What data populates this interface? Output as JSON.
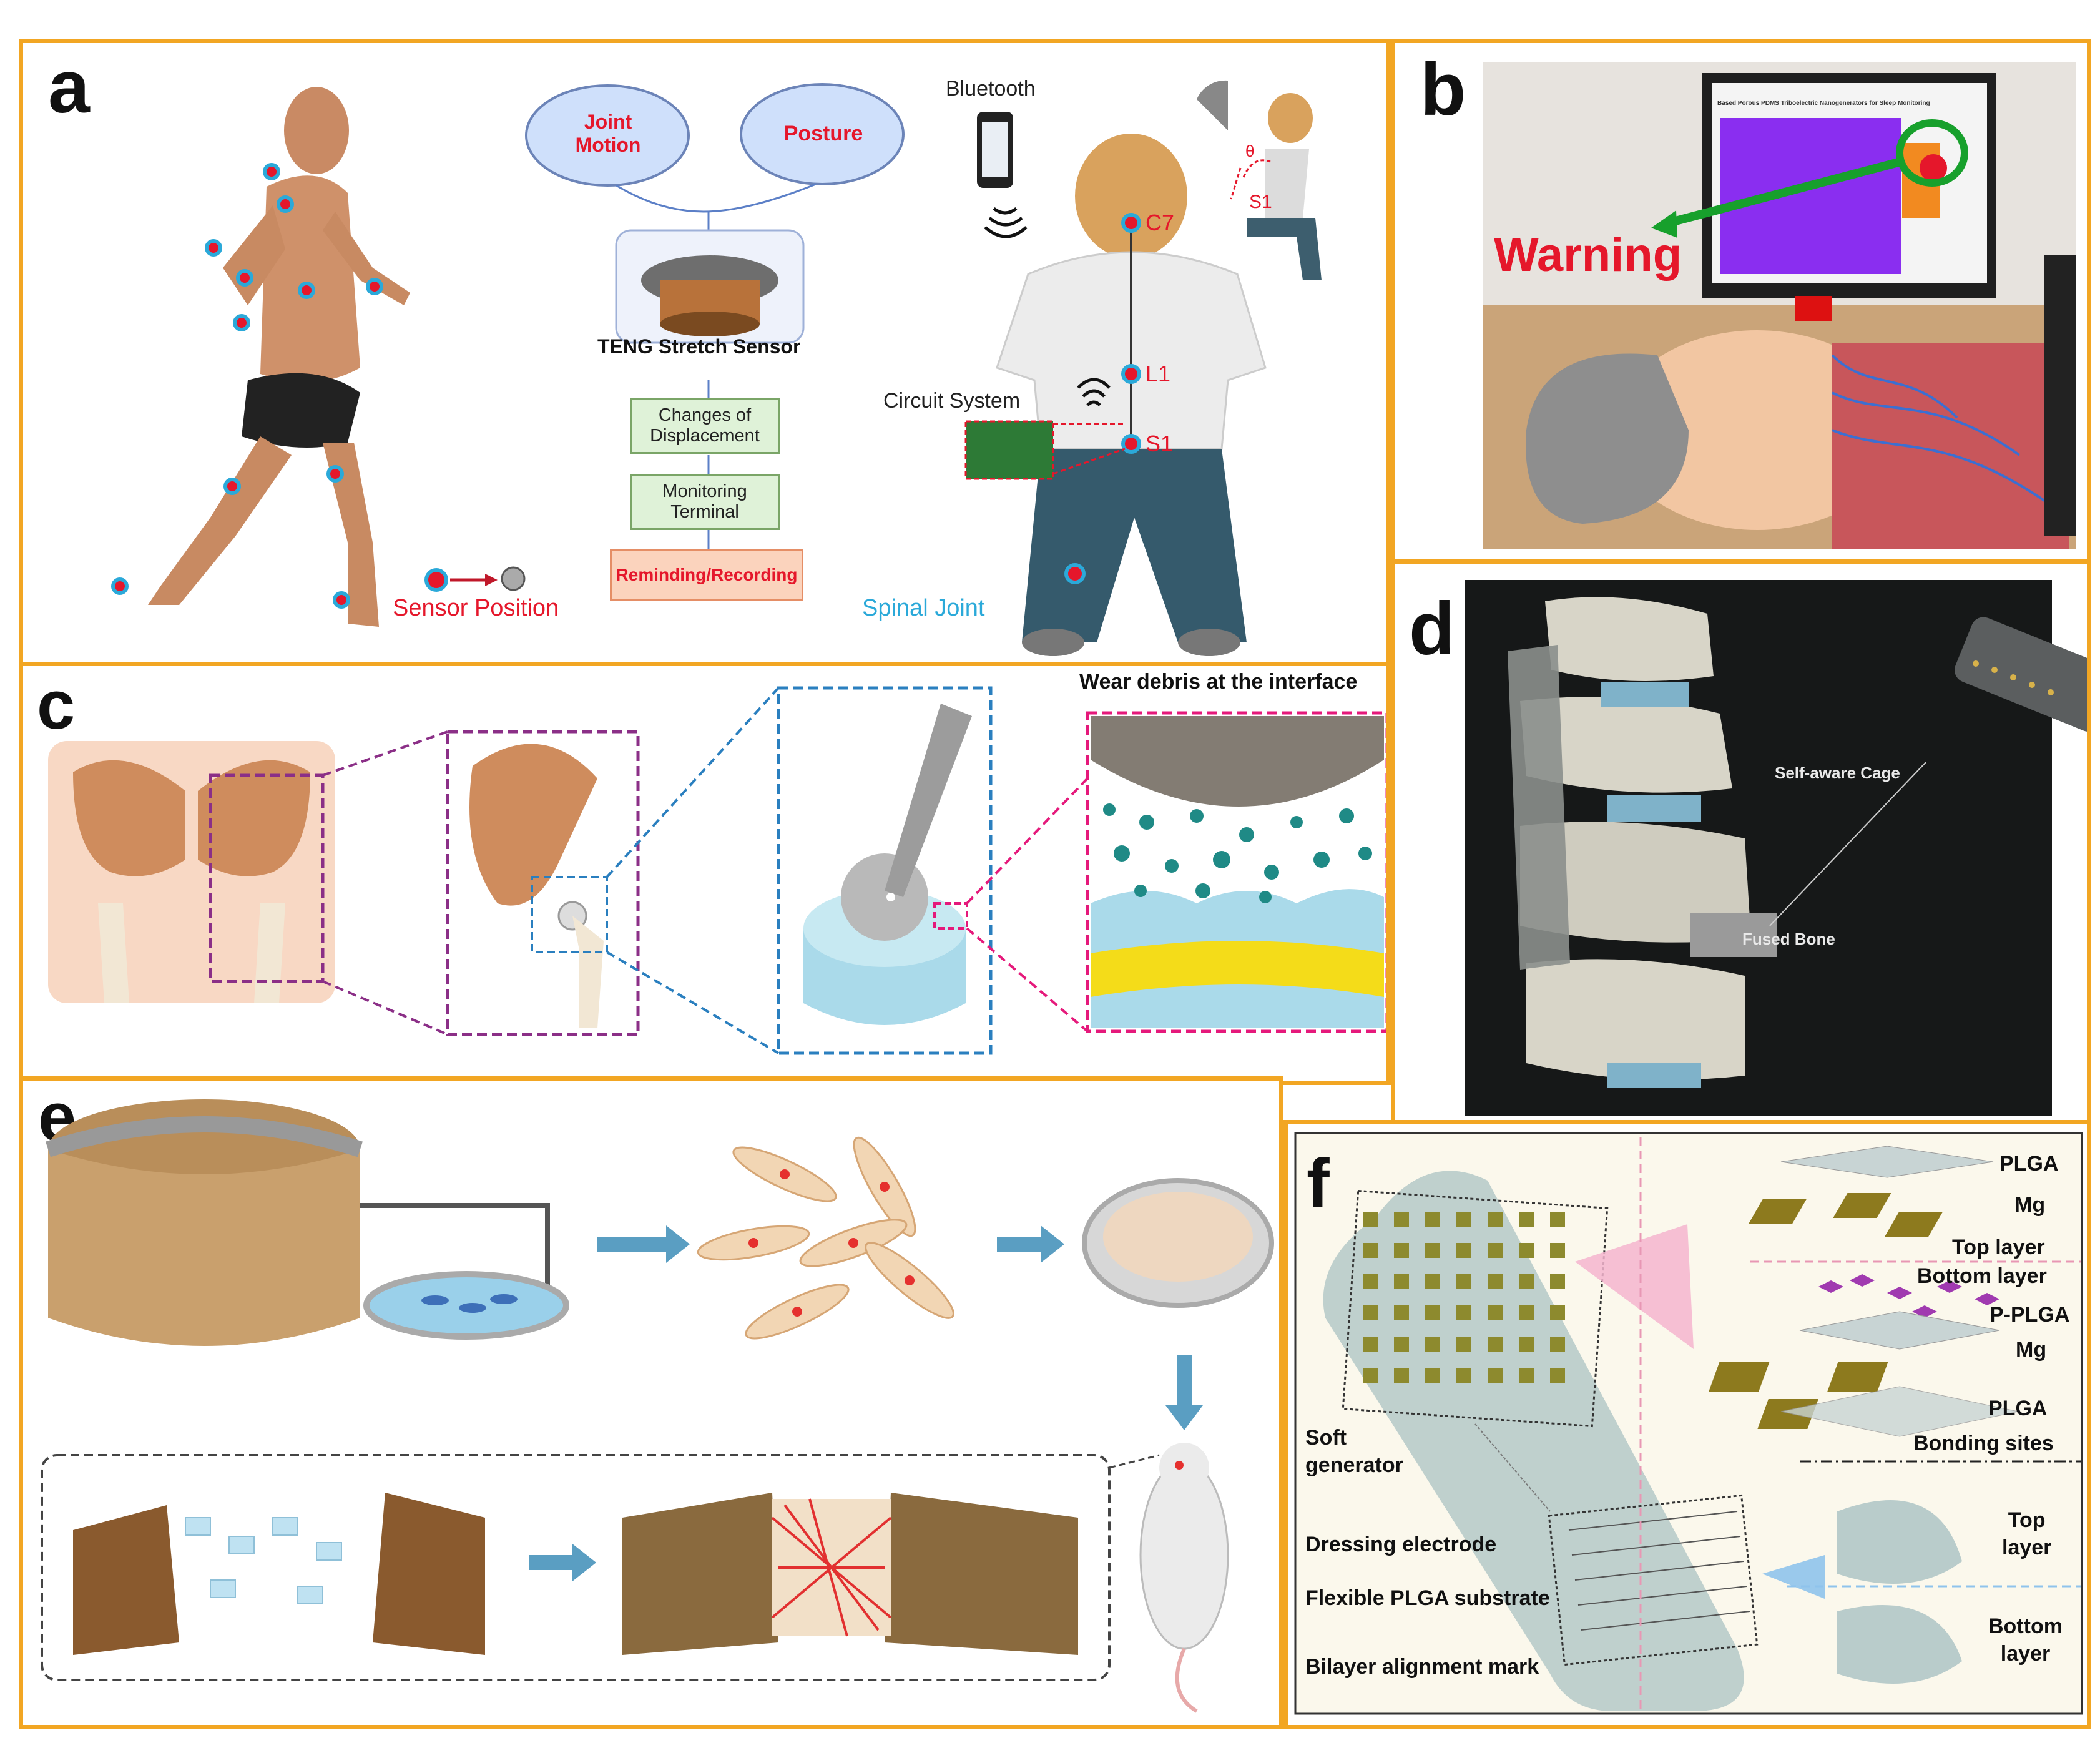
{
  "colors": {
    "frame": "#f2a623",
    "red": "#e5172b",
    "teal": "#2ba9d9",
    "green_box": "#dff2d8",
    "pink_box": "#fbd3bd"
  },
  "panel_a": {
    "label": "a",
    "joint_motion": "Joint\nMotion",
    "posture": "Posture",
    "sensor_title": "TENG Stretch Sensor",
    "changes": "Changes of\nDisplacement",
    "monitoring": "Monitoring\nTerminal",
    "reminding": "Reminding/Recording",
    "sensor_position": "Sensor Position",
    "spinal_joint": "Spinal Joint",
    "bluetooth": "Bluetooth",
    "circuit_system": "Circuit System",
    "c7": "C7",
    "l1": "L1",
    "s1": "S1",
    "s1_small": "S1",
    "theta": "θ"
  },
  "panel_b": {
    "label": "b",
    "warning": "Warning",
    "screen_title": "Based Porous PDMS Triboelectric Nanogenerators for Sleep Monitoring"
  },
  "panel_c": {
    "label": "c",
    "wear_debris": "Wear debris at the interface"
  },
  "panel_d": {
    "label": "d",
    "cage": "Self-aware Cage",
    "fused": "Fused Bone"
  },
  "panel_e": {
    "label": "e"
  },
  "panel_f": {
    "label": "f",
    "soft_generator": "Soft\ngenerator",
    "dressing": "Dressing electrode",
    "substrate": "Flexible PLGA substrate",
    "alignment": "Bilayer alignment mark",
    "plga_top": "PLGA",
    "mg_top": "Mg",
    "top_layer": "Top layer",
    "bottom_layer": "Bottom layer",
    "pplga": "P-PLGA",
    "mg_bottom": "Mg",
    "plga_bottom": "PLGA",
    "bonding": "Bonding sites",
    "top": "Top\nlayer",
    "bottom": "Bottom\nlayer"
  }
}
